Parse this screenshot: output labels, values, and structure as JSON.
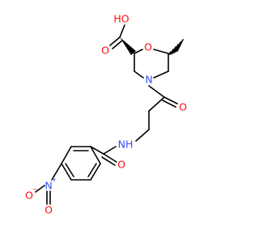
{
  "molecule": {
    "labels": {
      "carboxyl_oh": "HO",
      "carboxyl_o": "O",
      "ring_o": "O",
      "ring_n": "N",
      "amide_o_top": "O",
      "amide_nh": "NH",
      "amide_o_bottom": "O",
      "nitro_n": "N",
      "nitro_n_charge": "+",
      "nitro_o_left": "O",
      "nitro_o_left_charge": "−",
      "nitro_o_bottom": "O"
    },
    "colors": {
      "bond": "#000000",
      "oxygen": "#ff0d0d",
      "nitrogen": "#3050f8",
      "background": "#ffffff"
    }
  }
}
